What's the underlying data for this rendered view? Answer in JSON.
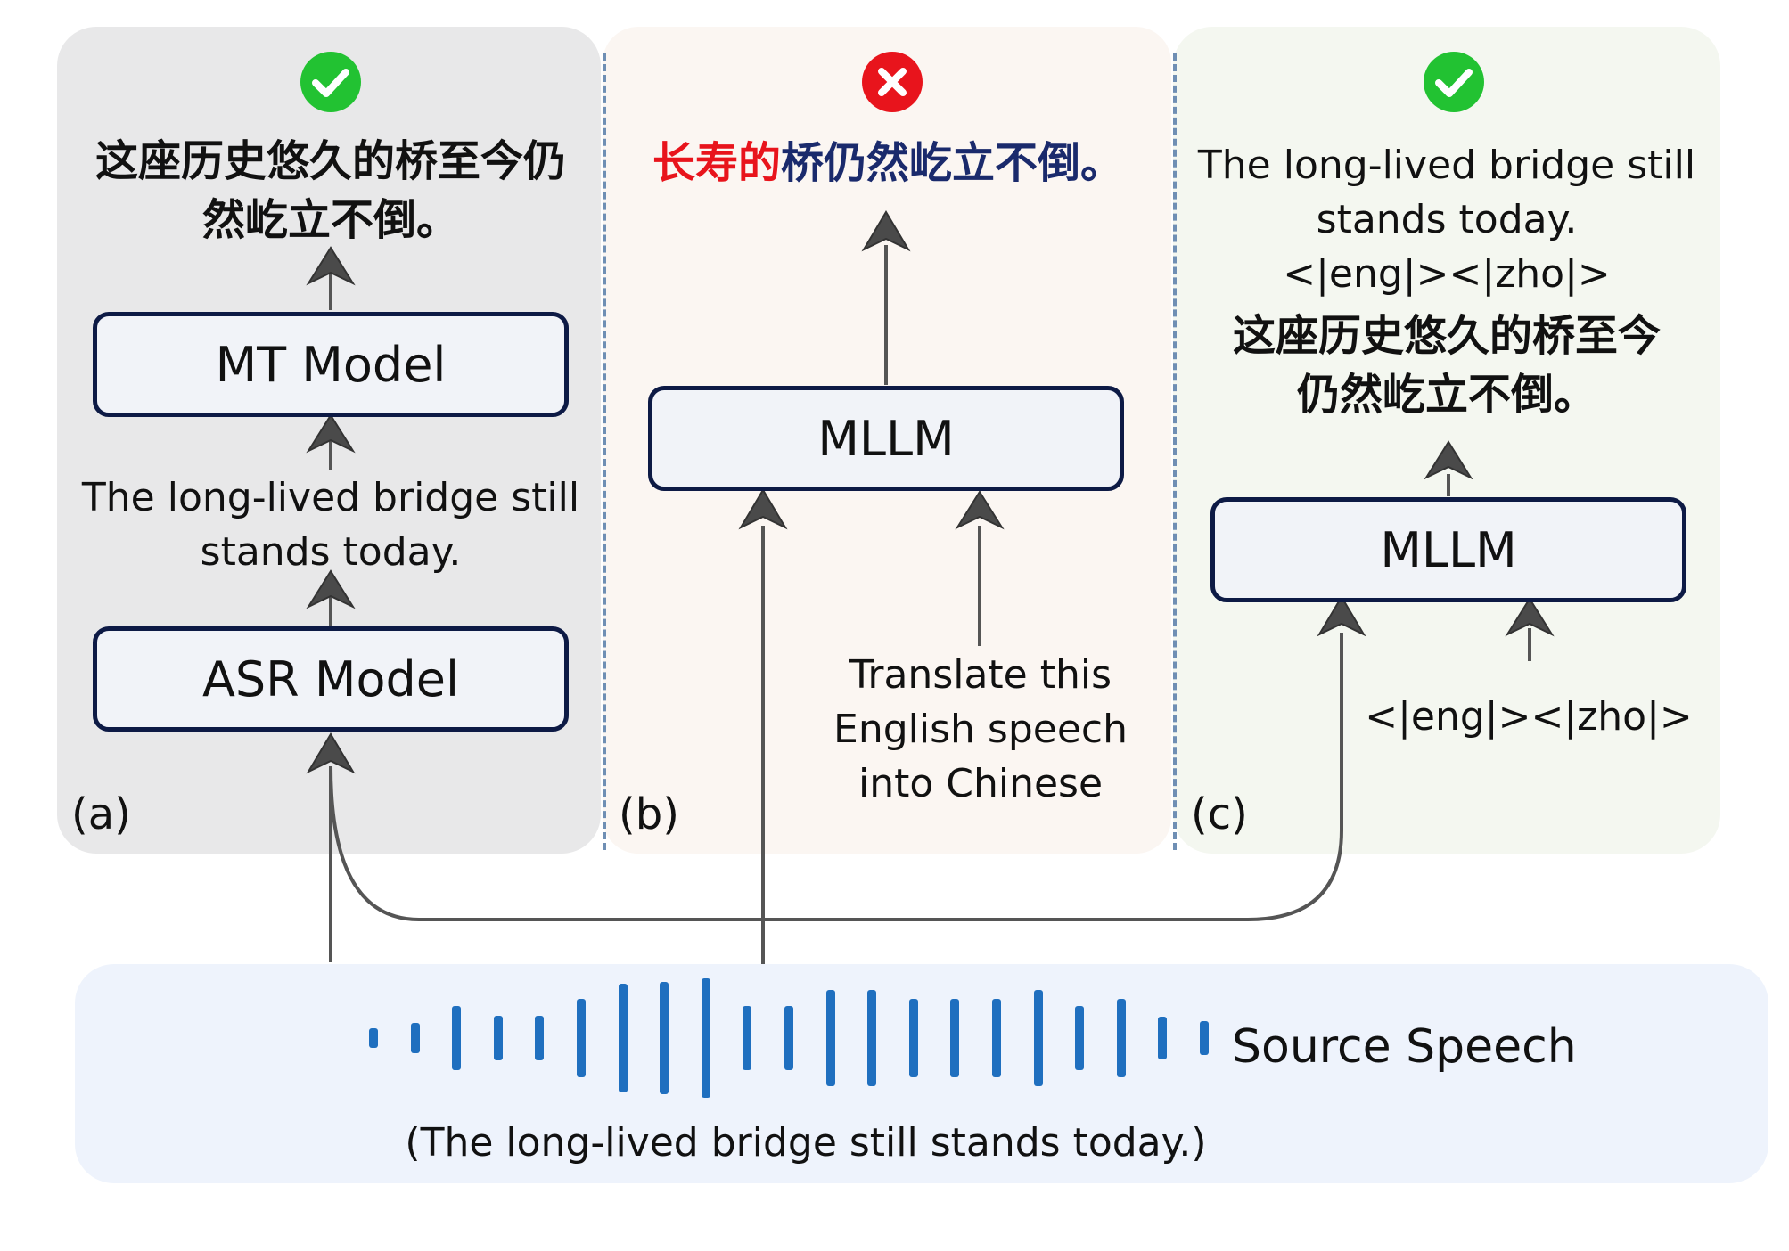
{
  "panels": {
    "a": {
      "tag": "(a)",
      "status": "correct",
      "output_zh": [
        "这座历史悠久的桥至今仍",
        "然屹立不倒。"
      ],
      "mt_model": "MT Model",
      "transcript": [
        "The long-lived bridge still",
        "stands today."
      ],
      "asr_model": "ASR Model"
    },
    "b": {
      "tag": "(b)",
      "status": "wrong",
      "output_red": "长寿的",
      "output_rest": "桥仍然屹立不倒。",
      "model": "MLLM",
      "prompt": [
        "Translate this",
        "English speech",
        "into Chinese"
      ]
    },
    "c": {
      "tag": "(c)",
      "status": "correct",
      "output_en": [
        "The long-lived bridge still",
        "stands today."
      ],
      "output_tokens": "<|eng|><|zho|>",
      "output_zh": [
        "这座历史悠久的桥至今",
        "仍然屹立不倒。"
      ],
      "model": "MLLM",
      "input_tokens": "<|eng|><|zho|>"
    }
  },
  "source": {
    "label": "Source Speech",
    "transcript": "(The long-lived bridge still stands today.)"
  },
  "colors": {
    "correct": "#22c232",
    "wrong": "#e8141c",
    "waveform": "#1f6fbf",
    "box_border": "#0d1a45"
  }
}
